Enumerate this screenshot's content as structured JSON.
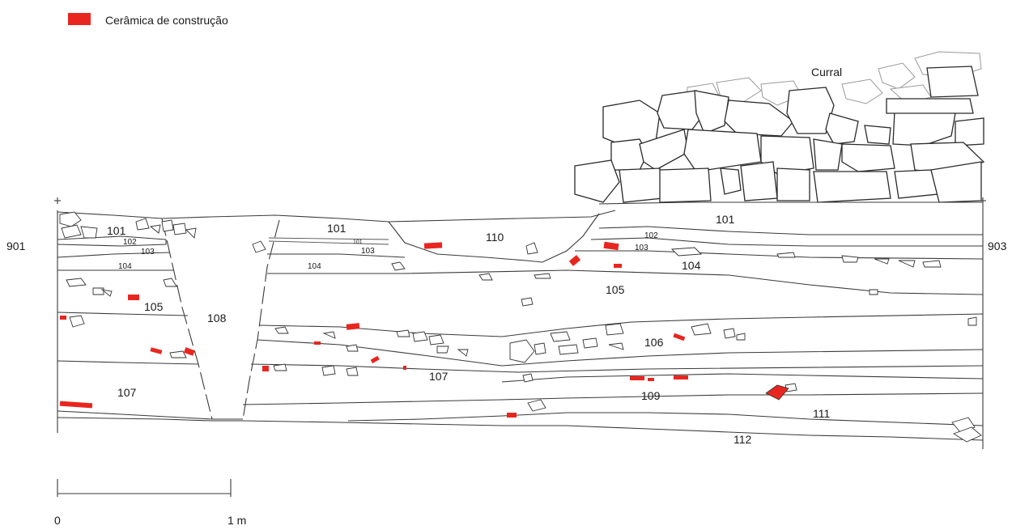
{
  "legend": {
    "label": "Cerâmica de construção",
    "color": "#e8261f"
  },
  "ends": {
    "left": "901",
    "right": "903"
  },
  "wall_label": "Curral",
  "units": {
    "u101a": "101",
    "u102a": "102",
    "u103a": "103",
    "u104a": "104",
    "u105a": "105",
    "u107a": "107",
    "u108": "108",
    "u101b": "101",
    "u101c_small": "101",
    "u103b": "103",
    "u104b": "104",
    "u110": "110",
    "u101d": "101",
    "u102b": "102",
    "u103c": "103",
    "u104c": "104",
    "u105b": "105",
    "u106": "106",
    "u107b": "107",
    "u109": "109",
    "u111": "111",
    "u112": "112"
  },
  "scale": {
    "start": "0",
    "end": "1 m"
  },
  "colors": {
    "ink": "#2a2a2a",
    "ceramic": "#e8261f"
  }
}
